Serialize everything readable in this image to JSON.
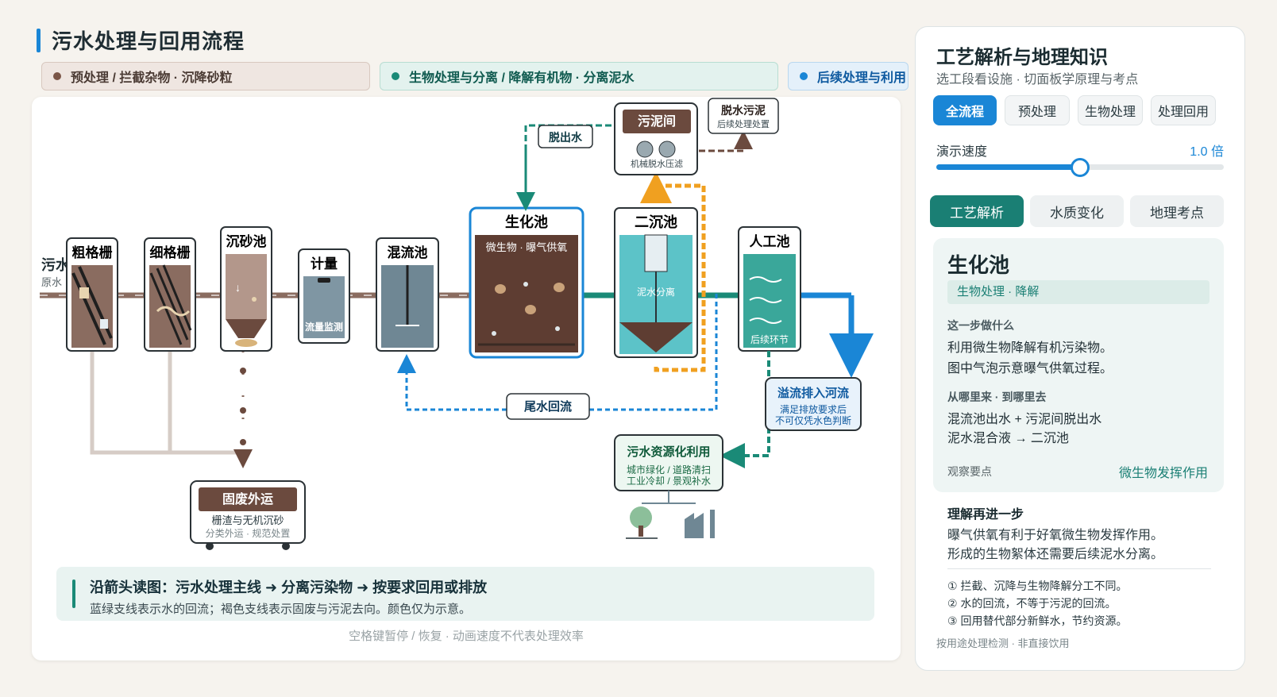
{
  "header": {
    "title": "污水处理与回用流程"
  },
  "stages": [
    {
      "label": "预处理 / 拦截杂物 · 沉降砂粒",
      "color": "#7a5547"
    },
    {
      "label": "生物处理与分离 / 降解有机物 · 分离泥水",
      "color": "#1a8a77"
    },
    {
      "label": "后续处理与利用",
      "color": "#1a86d6"
    }
  ],
  "diagram": {
    "inlet_label": "污水",
    "inlet_sub": "原水",
    "units": {
      "coarse_screen": "粗格栅",
      "fine_screen": "细格栅",
      "grit": "沉砂池",
      "meter": "计量",
      "meter_sub": "流量监测",
      "mixing": "混流池",
      "bio": "生化池",
      "bio_sub": "微生物 · 曝气供氧",
      "clarifier": "二沉池",
      "clarifier_sub": "泥水分离",
      "artificial": "人工池",
      "artificial_sub": "后续环节",
      "sludge_room": "污泥间",
      "sludge_room_sub": "机械脱水压滤",
      "dewatered": "脱水污泥",
      "dewatered_sub": "后续处理处置",
      "dewater_water": "脱出水",
      "tail_return": "尾水回流",
      "solid_waste": "固废外运",
      "solid_waste_sub1": "栅渣与无机沉砂",
      "solid_waste_sub2": "分类外运 · 规范处置",
      "overflow": "溢流排入河流",
      "overflow_sub1": "满足排放要求后",
      "overflow_sub2": "不可仅凭水色判断",
      "reuse": "污水资源化利用",
      "reuse_sub1": "城市绿化 / 道路清扫",
      "reuse_sub2": "工业冷却 / 景观补水"
    },
    "colors": {
      "water": "#1a8a77",
      "return": "#1a86d6",
      "sludge": "#6b4a3e",
      "accent": "#f0a020"
    }
  },
  "legend": {
    "main": "沿箭头读图：污水处理主线 ➜ 分离污染物 ➜ 按要求回用或排放",
    "sub": "蓝绿支线表示水的回流；褐色支线表示固废与污泥去向。颜色仅为示意。"
  },
  "footnote": "空格键暂停 / 恢复 · 动画速度不代表处理效率",
  "panel": {
    "title": "工艺解析与地理知识",
    "subtitle": "选工段看设施 · 切面板学原理与考点",
    "filters": [
      "全流程",
      "预处理",
      "生物处理",
      "处理回用"
    ],
    "active_filter": 0,
    "speed_label": "演示速度",
    "speed_value": "1.0 倍",
    "speed_fraction": 0.5,
    "tabs": [
      "工艺解析",
      "水质变化",
      "地理考点"
    ],
    "active_tab": 0,
    "card": {
      "title": "生化池",
      "tag": "生物处理 · 降解",
      "what_h": "这一步做什么",
      "what_1": "利用微生物降解有机污染物。",
      "what_2": "图中气泡示意曝气供氧过程。",
      "flow_h": "从哪里来 · 到哪里去",
      "flow_1": "混流池出水 + 污泥间脱出水",
      "flow_2": "泥水混合液 → 二沉池",
      "obs_h": "观察要点",
      "obs_v": "微生物发挥作用"
    },
    "more_h": "理解再进一步",
    "more_1": "曝气供氧有利于好氧微生物发挥作用。",
    "more_2": "形成的生物絮体还需要后续泥水分离。",
    "notes": [
      "① 拦截、沉降与生物降解分工不同。",
      "② 水的回流，不等于污泥的回流。",
      "③ 回用替代部分新鲜水，节约资源。"
    ],
    "foot": "按用途处理检测 · 非直接饮用"
  }
}
